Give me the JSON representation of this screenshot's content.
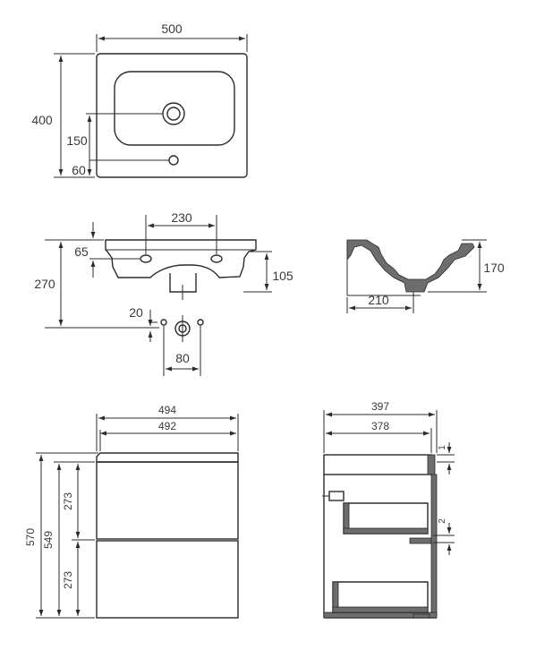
{
  "views": {
    "basin_top": {
      "width": "500",
      "depth": "400",
      "tap_offset": "150",
      "overflow_offset": "60"
    },
    "basin_front": {
      "fixing_spacing": "230",
      "fixing_height": "65",
      "total_height": "270",
      "bowl_depth": "105"
    },
    "basin_side": {
      "height": "170",
      "drain_offset": "210"
    },
    "waste": {
      "offset": "20",
      "spacing": "80"
    },
    "cabinet_front": {
      "overall_width": "494",
      "body_width": "492",
      "overall_height": "570",
      "body_height": "549",
      "drawer_top_height": "273",
      "drawer_bottom_height": "273"
    },
    "cabinet_side": {
      "overall_depth": "397",
      "body_depth": "378",
      "top_gap": "1",
      "drawer_gap": "2"
    }
  }
}
